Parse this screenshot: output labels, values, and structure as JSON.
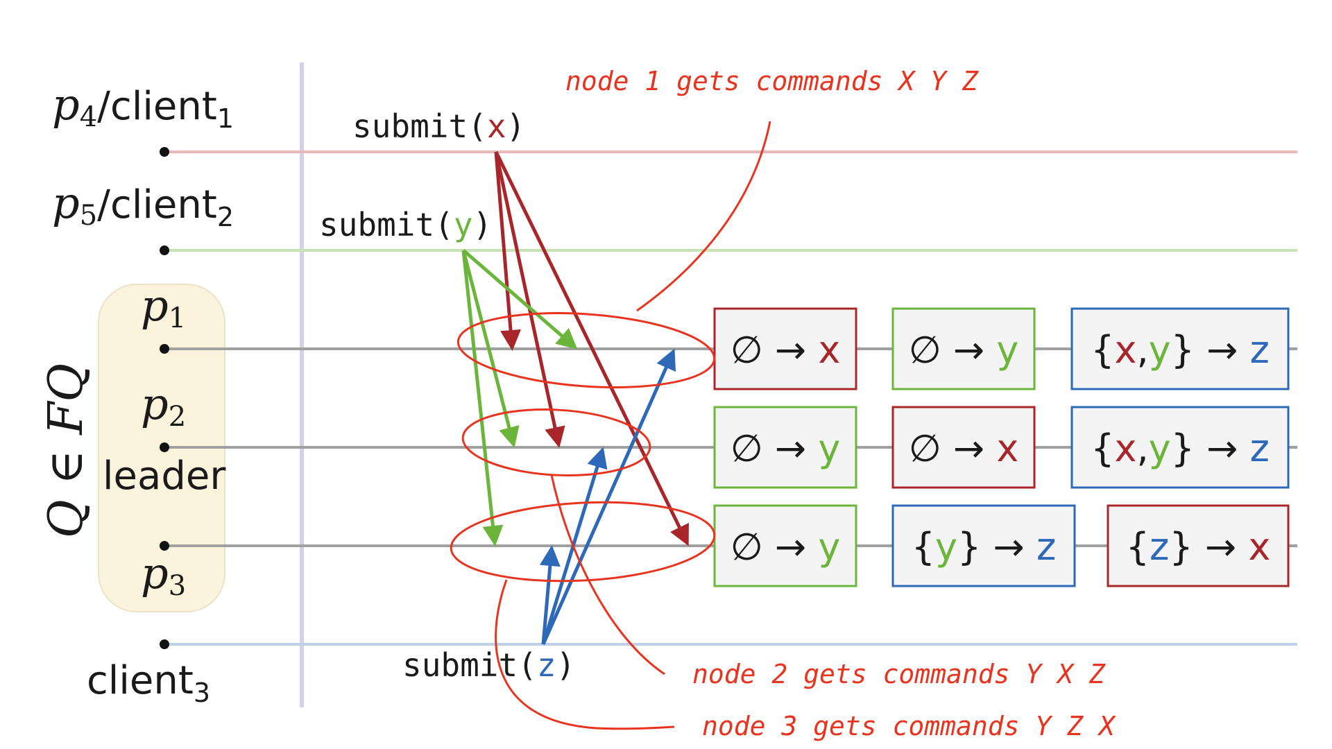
{
  "colors": {
    "red": "#a8262a",
    "green": "#6ab53a",
    "blue": "#2e68b8",
    "annotation": "#e8331f",
    "quorum_fill": "#fbf3dc",
    "line_gray": "#a0a0a0",
    "line_pink": "#e9b8b8",
    "line_green": "#c6e3b4",
    "line_blue": "#bcd0e8",
    "separator": "#d4d0e6"
  },
  "processes": [
    {
      "id": "p4",
      "label_main": "p",
      "label_num": "4",
      "label_rest": "/client",
      "label_rest_sub": "1"
    },
    {
      "id": "p5",
      "label_main": "p",
      "label_num": "5",
      "label_rest": "/client",
      "label_rest_sub": "2"
    },
    {
      "id": "p1",
      "label_main": "p",
      "label_num": "1"
    },
    {
      "id": "p2",
      "label_main": "p",
      "label_num": "2",
      "extra": "leader"
    },
    {
      "id": "p3",
      "label_main": "p",
      "label_num": "3"
    },
    {
      "id": "client3",
      "label_rest": "client",
      "label_rest_sub": "3"
    }
  ],
  "quorum_label": "Q ∈ FQ",
  "submits": [
    {
      "id": "x",
      "prefix": "submit(",
      "arg": "x",
      "suffix": ")",
      "color": "red"
    },
    {
      "id": "y",
      "prefix": "submit(",
      "arg": "y",
      "suffix": ")",
      "color": "green"
    },
    {
      "id": "z",
      "prefix": "submit(",
      "arg": "z",
      "suffix": ")",
      "color": "blue"
    }
  ],
  "rows": [
    {
      "node": "p1",
      "boxes": [
        {
          "deps": "∅",
          "arrow": "→",
          "cmd": "x",
          "border": "red"
        },
        {
          "deps": "∅",
          "arrow": "→",
          "cmd": "y",
          "border": "green"
        },
        {
          "deps": "{x,y}",
          "arrow": "→",
          "cmd": "z",
          "border": "blue"
        }
      ]
    },
    {
      "node": "p2",
      "boxes": [
        {
          "deps": "∅",
          "arrow": "→",
          "cmd": "y",
          "border": "green"
        },
        {
          "deps": "∅",
          "arrow": "→",
          "cmd": "x",
          "border": "red"
        },
        {
          "deps": "{x,y}",
          "arrow": "→",
          "cmd": "z",
          "border": "blue"
        }
      ]
    },
    {
      "node": "p3",
      "boxes": [
        {
          "deps": "∅",
          "arrow": "→",
          "cmd": "y",
          "border": "green"
        },
        {
          "deps": "{y}",
          "arrow": "→",
          "cmd": "z",
          "border": "blue"
        },
        {
          "deps": "{z}",
          "arrow": "→",
          "cmd": "x",
          "border": "red"
        }
      ]
    }
  ],
  "annotations": [
    {
      "id": "node1",
      "text": "node 1 gets commands X Y Z"
    },
    {
      "id": "node2",
      "text": "node 2 gets commands Y X Z"
    },
    {
      "id": "node3",
      "text": "node 3 gets commands Y Z X"
    }
  ]
}
